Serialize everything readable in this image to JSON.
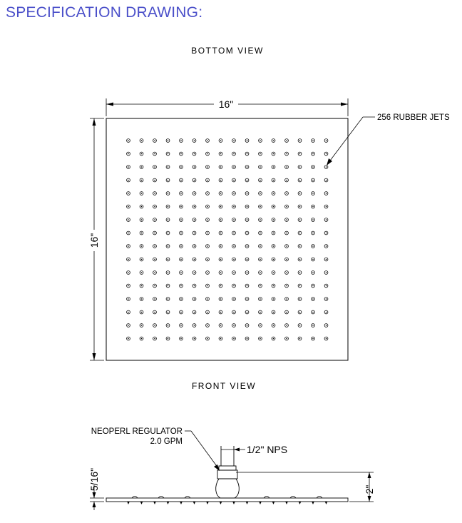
{
  "title": "SPECIFICATION DRAWING:",
  "views": {
    "bottom": "BOTTOM VIEW",
    "front": "FRONT VIEW"
  },
  "dimensions": {
    "width": "16\"",
    "height": "16\"",
    "plate_thickness": "5/16\"",
    "total_height": "2\"",
    "pipe": "1/2\" NPS"
  },
  "callouts": {
    "jets": "256 RUBBER JETS",
    "regulator_line1": "NEOPERL REGULATOR",
    "regulator_line2": "2.0 GPM"
  },
  "jet_grid": {
    "rows": 16,
    "cols": 16
  },
  "colors": {
    "title": "#4a4fc9",
    "line": "#000000"
  }
}
